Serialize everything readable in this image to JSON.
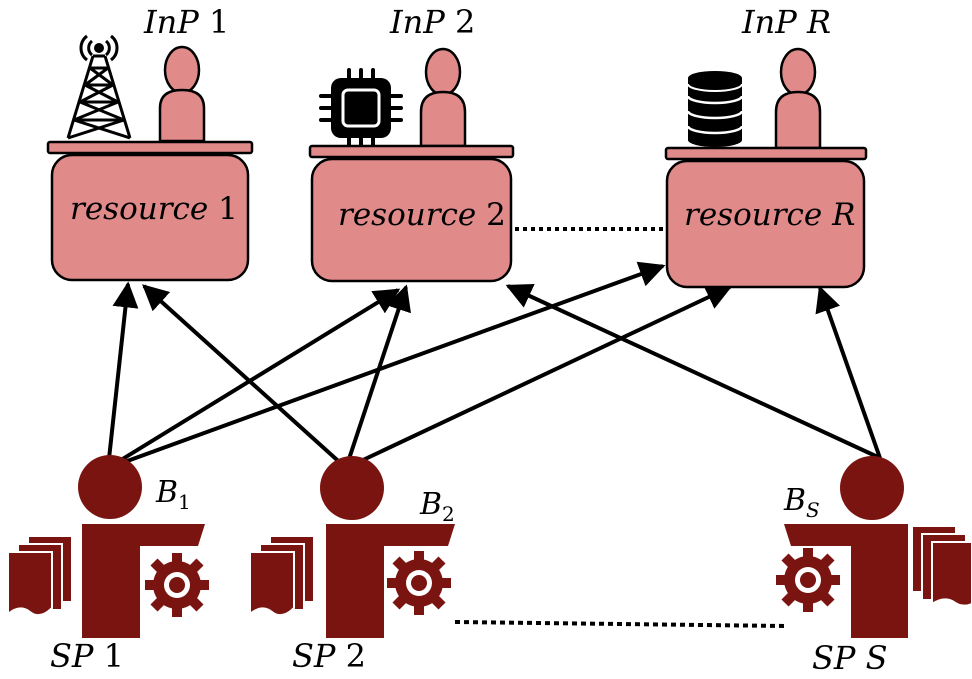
{
  "colors": {
    "resource_fill": "#e08a8a",
    "sp_fill": "#7a1410",
    "stroke": "#000000",
    "background": "#ffffff"
  },
  "infrastructure_providers": [
    {
      "name_italic": "InP",
      "name_index": "1",
      "resource_italic": "resource",
      "resource_index": "1",
      "icon": "cell-tower-icon"
    },
    {
      "name_italic": "InP",
      "name_index": "2",
      "resource_italic": "resource",
      "resource_index": "2",
      "icon": "cpu-chip-icon"
    },
    {
      "name_italic": "InP",
      "name_index": "R",
      "resource_italic": "resource",
      "resource_index": "R",
      "icon": "database-icon"
    }
  ],
  "service_providers": [
    {
      "name_italic": "SP",
      "name_index": "1",
      "budget_base": "B",
      "budget_sub": "1"
    },
    {
      "name_italic": "SP",
      "name_index": "2",
      "budget_base": "B",
      "budget_sub": "2"
    },
    {
      "name_italic": "SP",
      "name_index": "S",
      "budget_base": "B",
      "budget_sub": "S"
    }
  ],
  "connections": [
    {
      "from": "SP 1",
      "to": "resource 1"
    },
    {
      "from": "SP 1",
      "to": "resource 2"
    },
    {
      "from": "SP 1",
      "to": "resource R"
    },
    {
      "from": "SP 2",
      "to": "resource 1"
    },
    {
      "from": "SP 2",
      "to": "resource 2"
    },
    {
      "from": "SP 2",
      "to": "resource R"
    },
    {
      "from": "SP S",
      "to": "resource 2"
    },
    {
      "from": "SP S",
      "to": "resource R"
    }
  ]
}
